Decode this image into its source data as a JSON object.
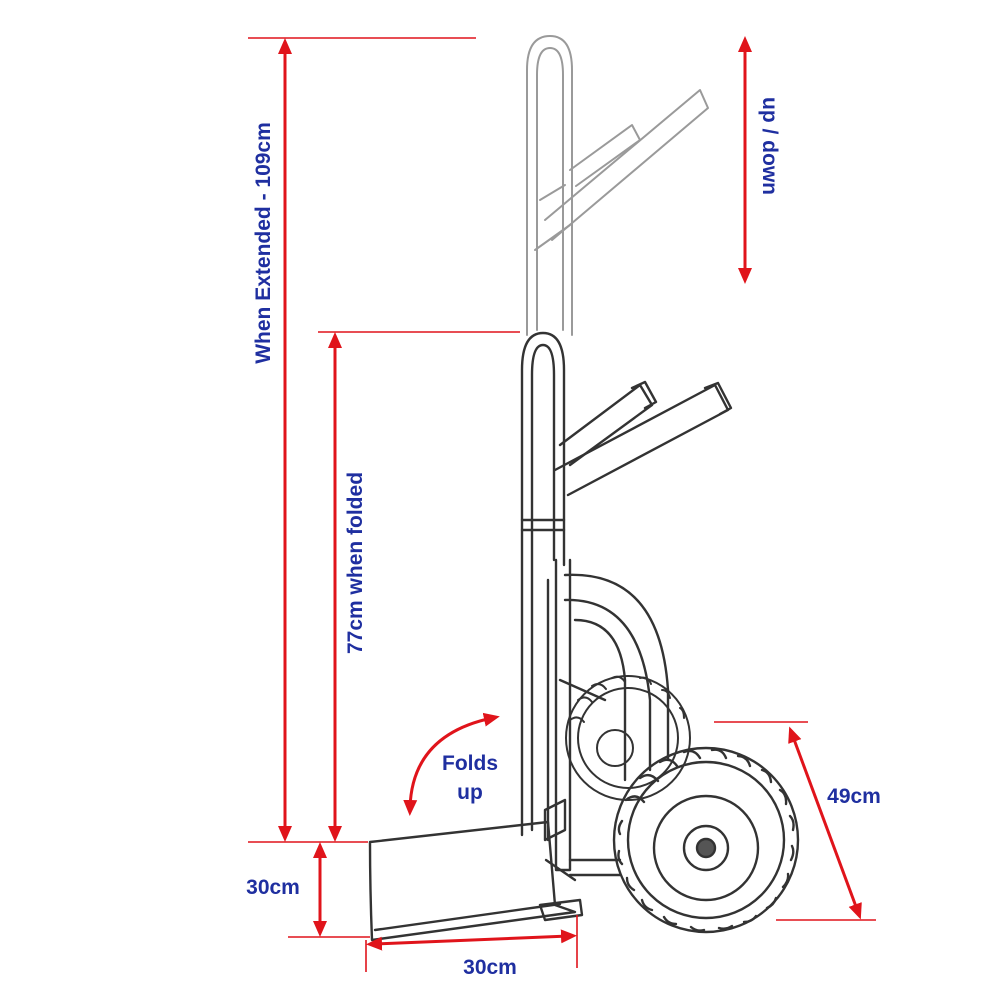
{
  "labels": {
    "extended": "When Extended - 109cm",
    "folded": "77cm when folded",
    "up_down": "up / down",
    "folds_line1": "Folds",
    "folds_line2": "up",
    "wheel": "49cm",
    "plate_height": "30cm",
    "plate_width": "30cm"
  },
  "colors": {
    "arrow": "#e0141b",
    "text": "#1f2fa0",
    "sketch": "#333333"
  },
  "icons": {
    "main": "hand-truck-sketch-icon"
  }
}
